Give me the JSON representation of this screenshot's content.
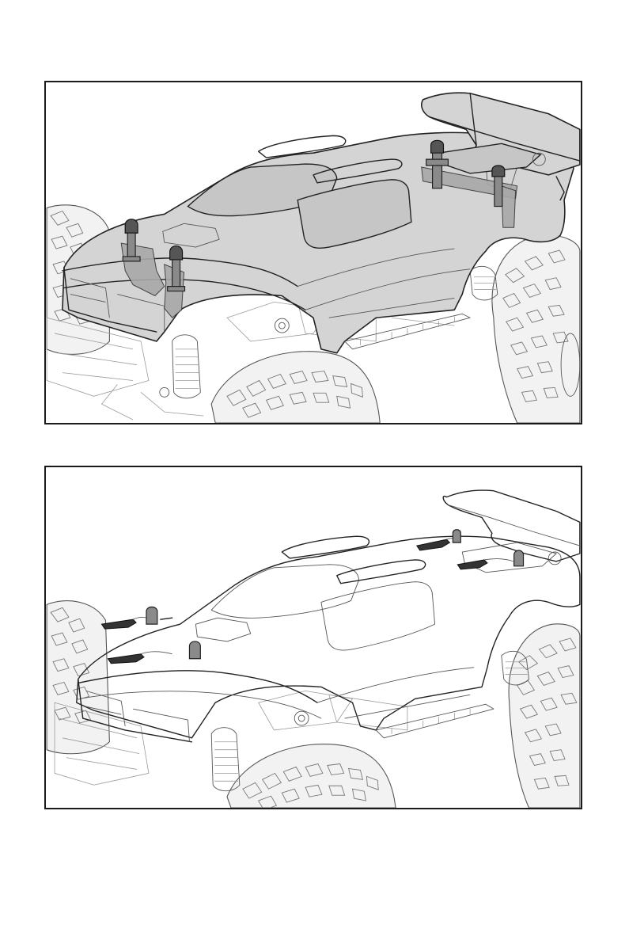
{
  "figure": {
    "panels": [
      {
        "id": "top",
        "state": "body-installed-transparent",
        "icons": [
          "truck-body-icon",
          "body-post-icon",
          "body-clip-icon"
        ]
      },
      {
        "id": "bottom",
        "state": "body-clipped-to-posts",
        "icons": [
          "truck-body-icon",
          "body-clip-icon"
        ]
      }
    ],
    "colors": {
      "line": "#222222",
      "body_shade": "#d4d4d4",
      "post_shade": "#8a8a8a",
      "frame": "#1a1a1a"
    }
  }
}
